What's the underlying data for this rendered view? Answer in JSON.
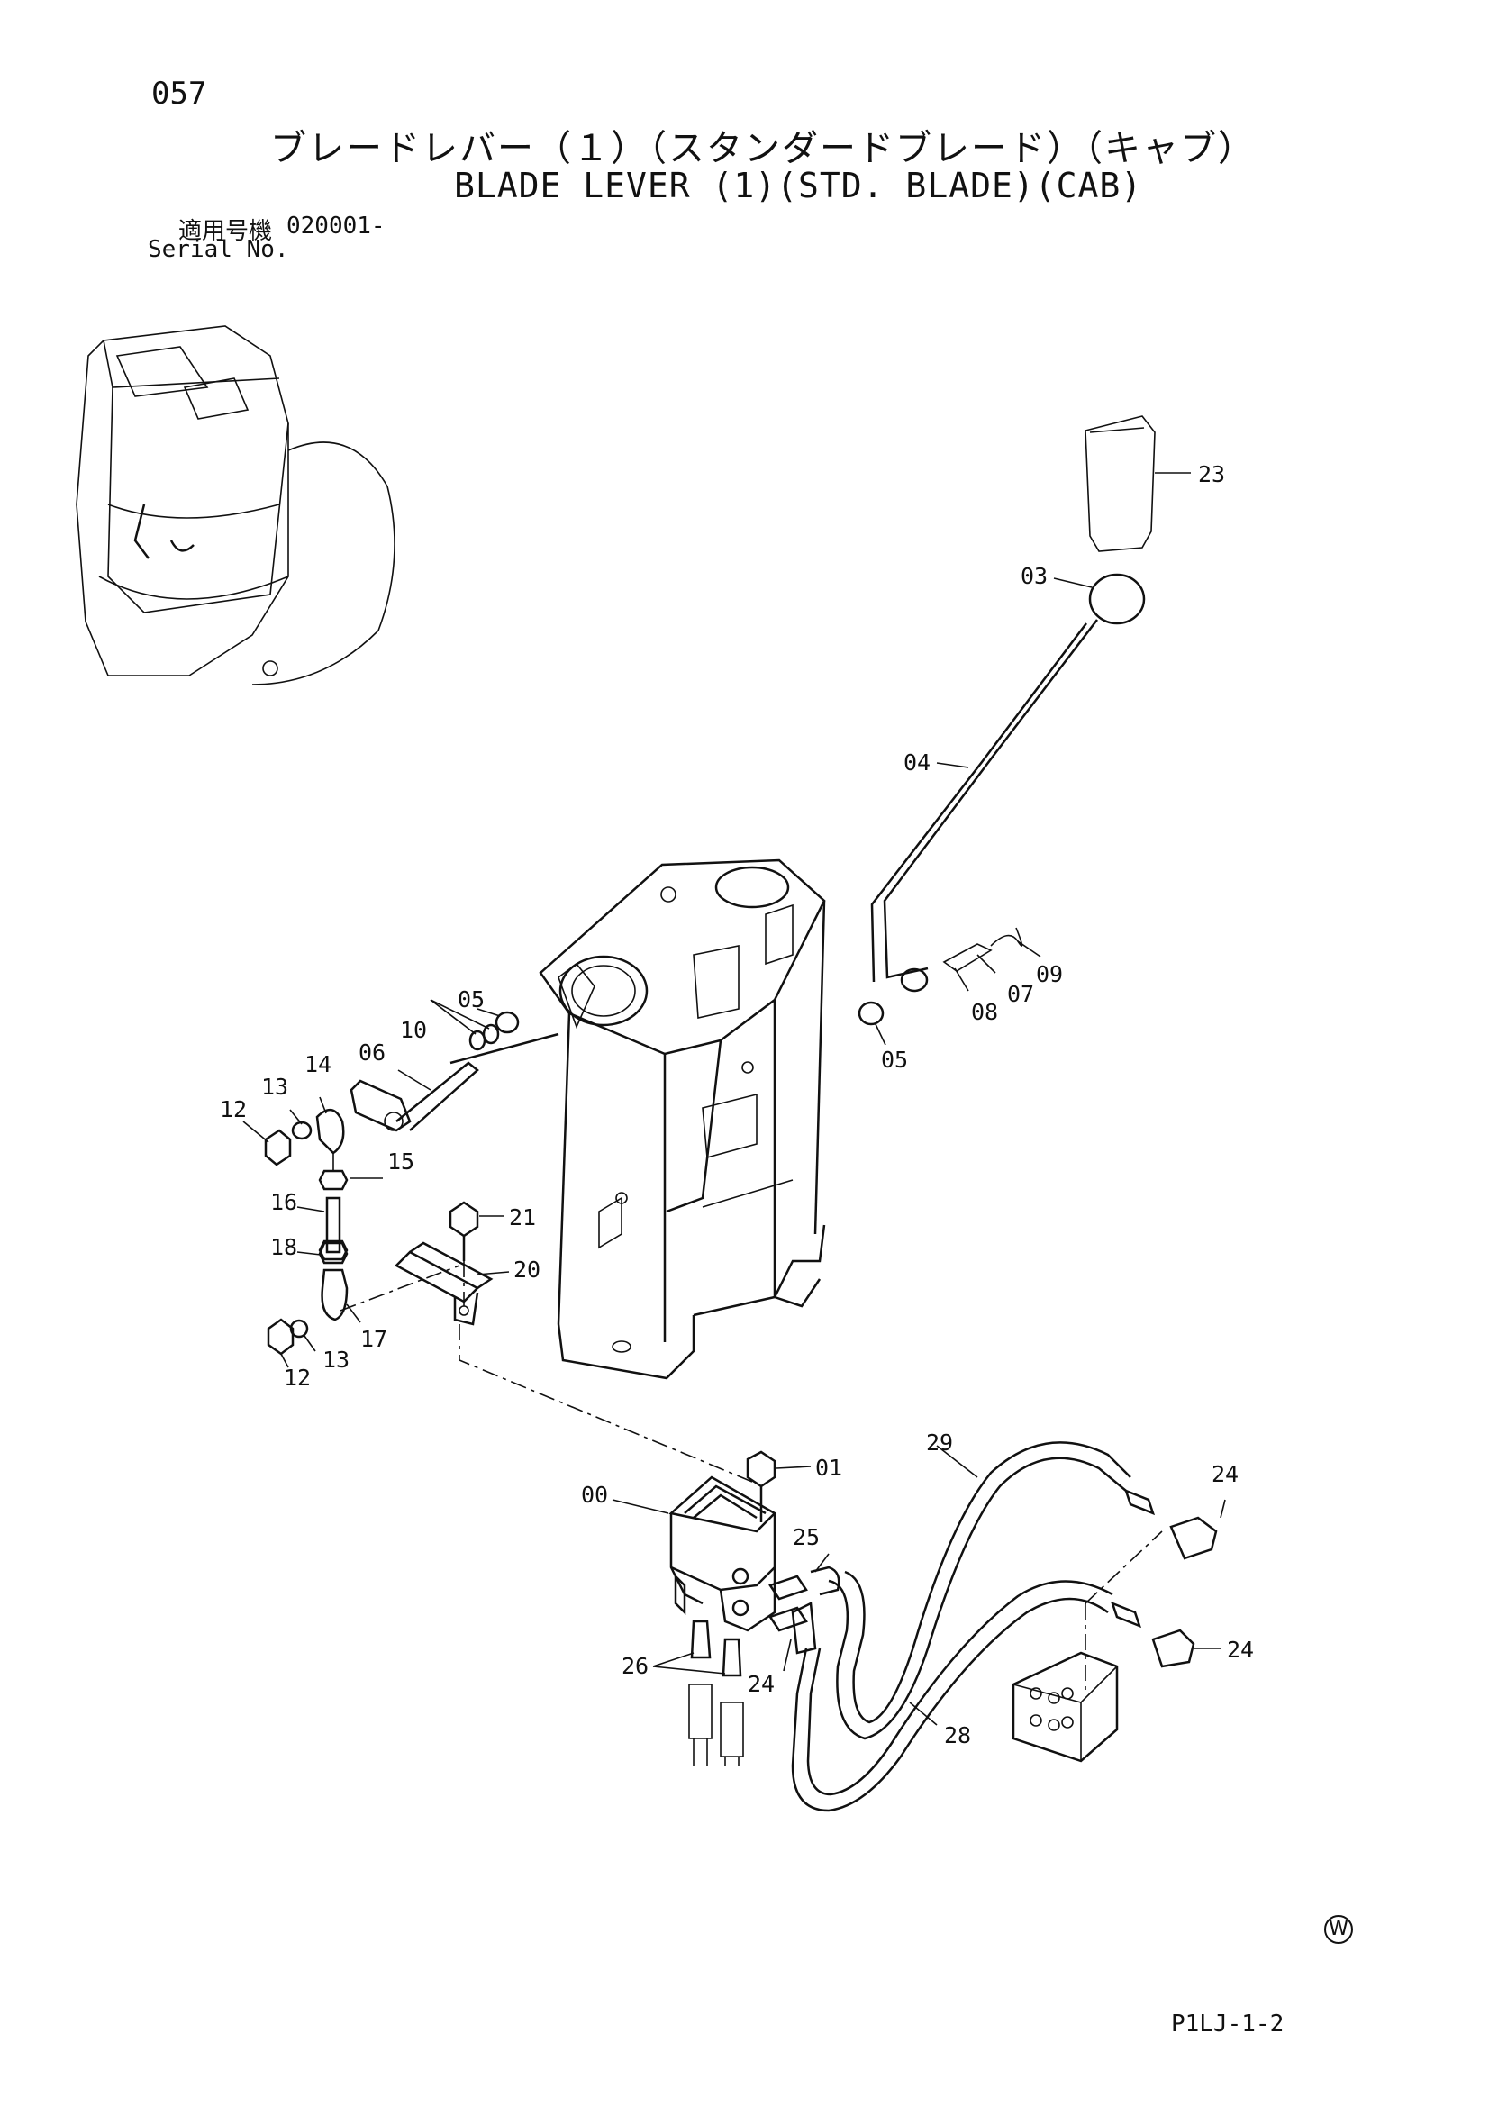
{
  "header": {
    "page_no": "057",
    "title_jp": "ブレードレバー（１）（スタンダードブレード）（キャブ）",
    "title_en": "BLADE LEVER (1)(STD. BLADE)(CAB)",
    "serial_label_jp": "適用号機",
    "serial_value": "020001-",
    "serial_label_en": "Serial No."
  },
  "callouts": {
    "c23": "23",
    "c03": "03",
    "c04": "04",
    "c09": "09",
    "c07": "07",
    "c08": "08",
    "c05a": "05",
    "c05b": "05",
    "c10": "10",
    "c06": "06",
    "c14": "14",
    "c13a": "13",
    "c12a": "12",
    "c15": "15",
    "c16": "16",
    "c21": "21",
    "c18": "18",
    "c20": "20",
    "c17": "17",
    "c13b": "13",
    "c12b": "12",
    "c29": "29",
    "c01": "01",
    "c24a": "24",
    "c00": "00",
    "c25": "25",
    "c24b": "24",
    "c26": "26",
    "c24c": "24",
    "c28": "28"
  },
  "footer": {
    "watermark": "W",
    "figure_code": "P1LJ-1-2"
  }
}
